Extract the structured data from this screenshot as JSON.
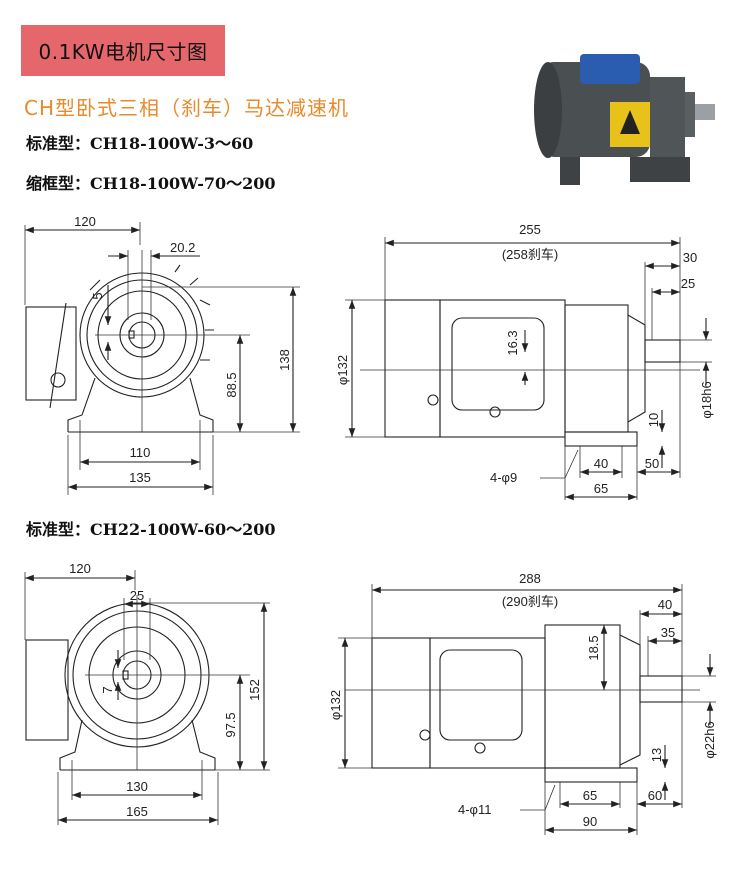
{
  "header": {
    "title": "0.1KW电机尺寸图",
    "bg_color": "#e6676b"
  },
  "subtitle": {
    "text": "CH型卧式三相（刹车）马达减速机",
    "color": "#e88a2c"
  },
  "models": [
    "标准型：CH18-100W-3～60",
    "缩框型：CH18-100W-70～200",
    "标准型：CH22-100W-60～200"
  ],
  "photo": {
    "icon": "gear-motor-photo",
    "label_color": "#2a5db0",
    "body_color": "#4a4f52"
  },
  "drawing1": {
    "front": {
      "width_box": "120",
      "shaft_dia": "20.2",
      "key": "5",
      "height": "138",
      "center_height": "88.5",
      "foot_pitch": "110",
      "foot_width": "135"
    },
    "side": {
      "length": "255",
      "length_brake": "(258刹车)",
      "shaft_len": "30",
      "key_len": "25",
      "body_dia": "φ132",
      "offset": "16.3",
      "shaft_dia": "φ18h6",
      "foot_thk": "10",
      "holes": "4-φ9",
      "foot_pitch": "40",
      "foot_end": "50",
      "foot_len": "65"
    }
  },
  "drawing2": {
    "front": {
      "width_box": "120",
      "shaft_dia": "25",
      "key": "7",
      "height": "152",
      "center_height": "97.5",
      "foot_pitch": "130",
      "foot_width": "165"
    },
    "side": {
      "length": "288",
      "length_brake": "(290刹车)",
      "shaft_len": "40",
      "key_len": "35",
      "body_dia": "φ132",
      "offset": "18.5",
      "shaft_dia": "φ22h6",
      "foot_thk": "13",
      "holes": "4-φ11",
      "foot_pitch": "65",
      "foot_end": "60",
      "foot_len": "90"
    }
  }
}
